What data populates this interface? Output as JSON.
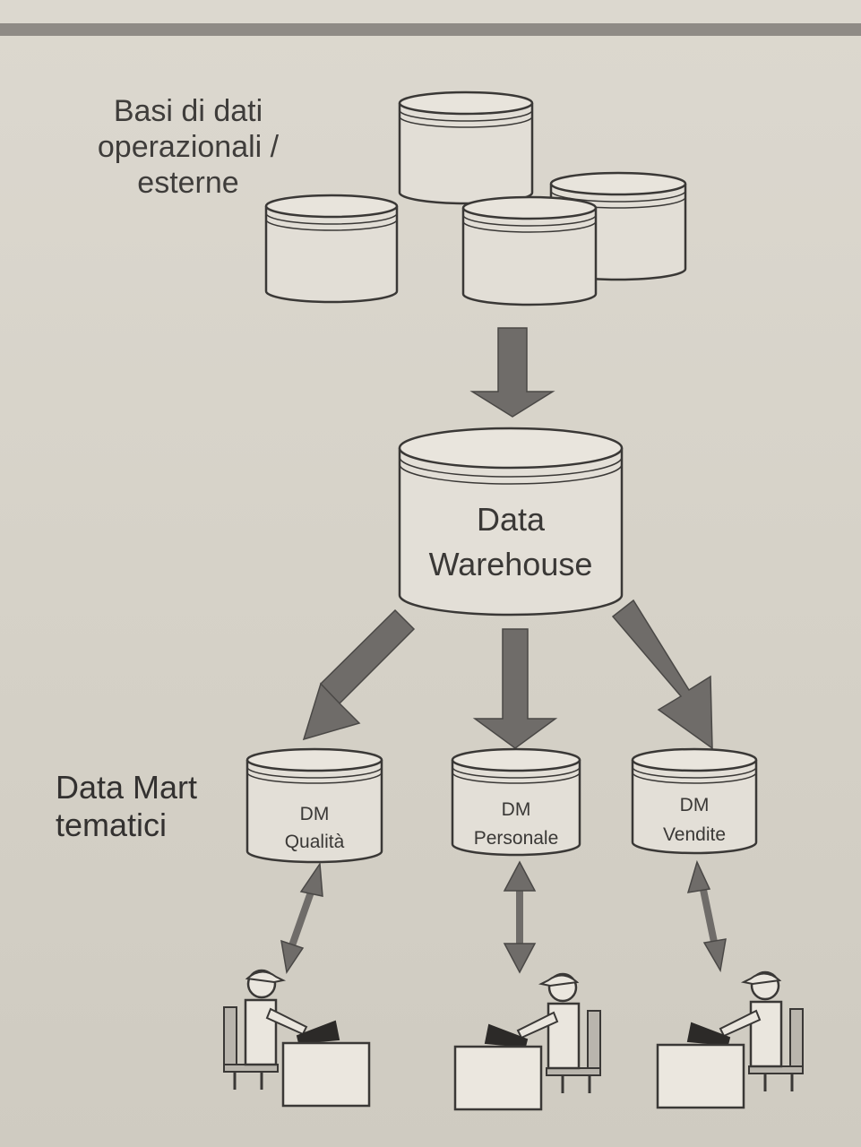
{
  "labels": {
    "sources_line1": "Basi di dati",
    "sources_line2": "operazionali /",
    "sources_line3": "esterne",
    "datamart_line1": "Data Mart",
    "datamart_line2": "tematici"
  },
  "warehouse": {
    "line1": "Data",
    "line2": "Warehouse"
  },
  "data_marts": [
    {
      "line1": "DM",
      "line2": "Qualità"
    },
    {
      "line1": "DM",
      "line2": "Personale"
    },
    {
      "line1": "DM",
      "line2": "Vendite"
    }
  ],
  "colors": {
    "arrow": "#6f6c69",
    "stroke": "#3a3836",
    "cylinder_fill": "#e4e0d8"
  }
}
